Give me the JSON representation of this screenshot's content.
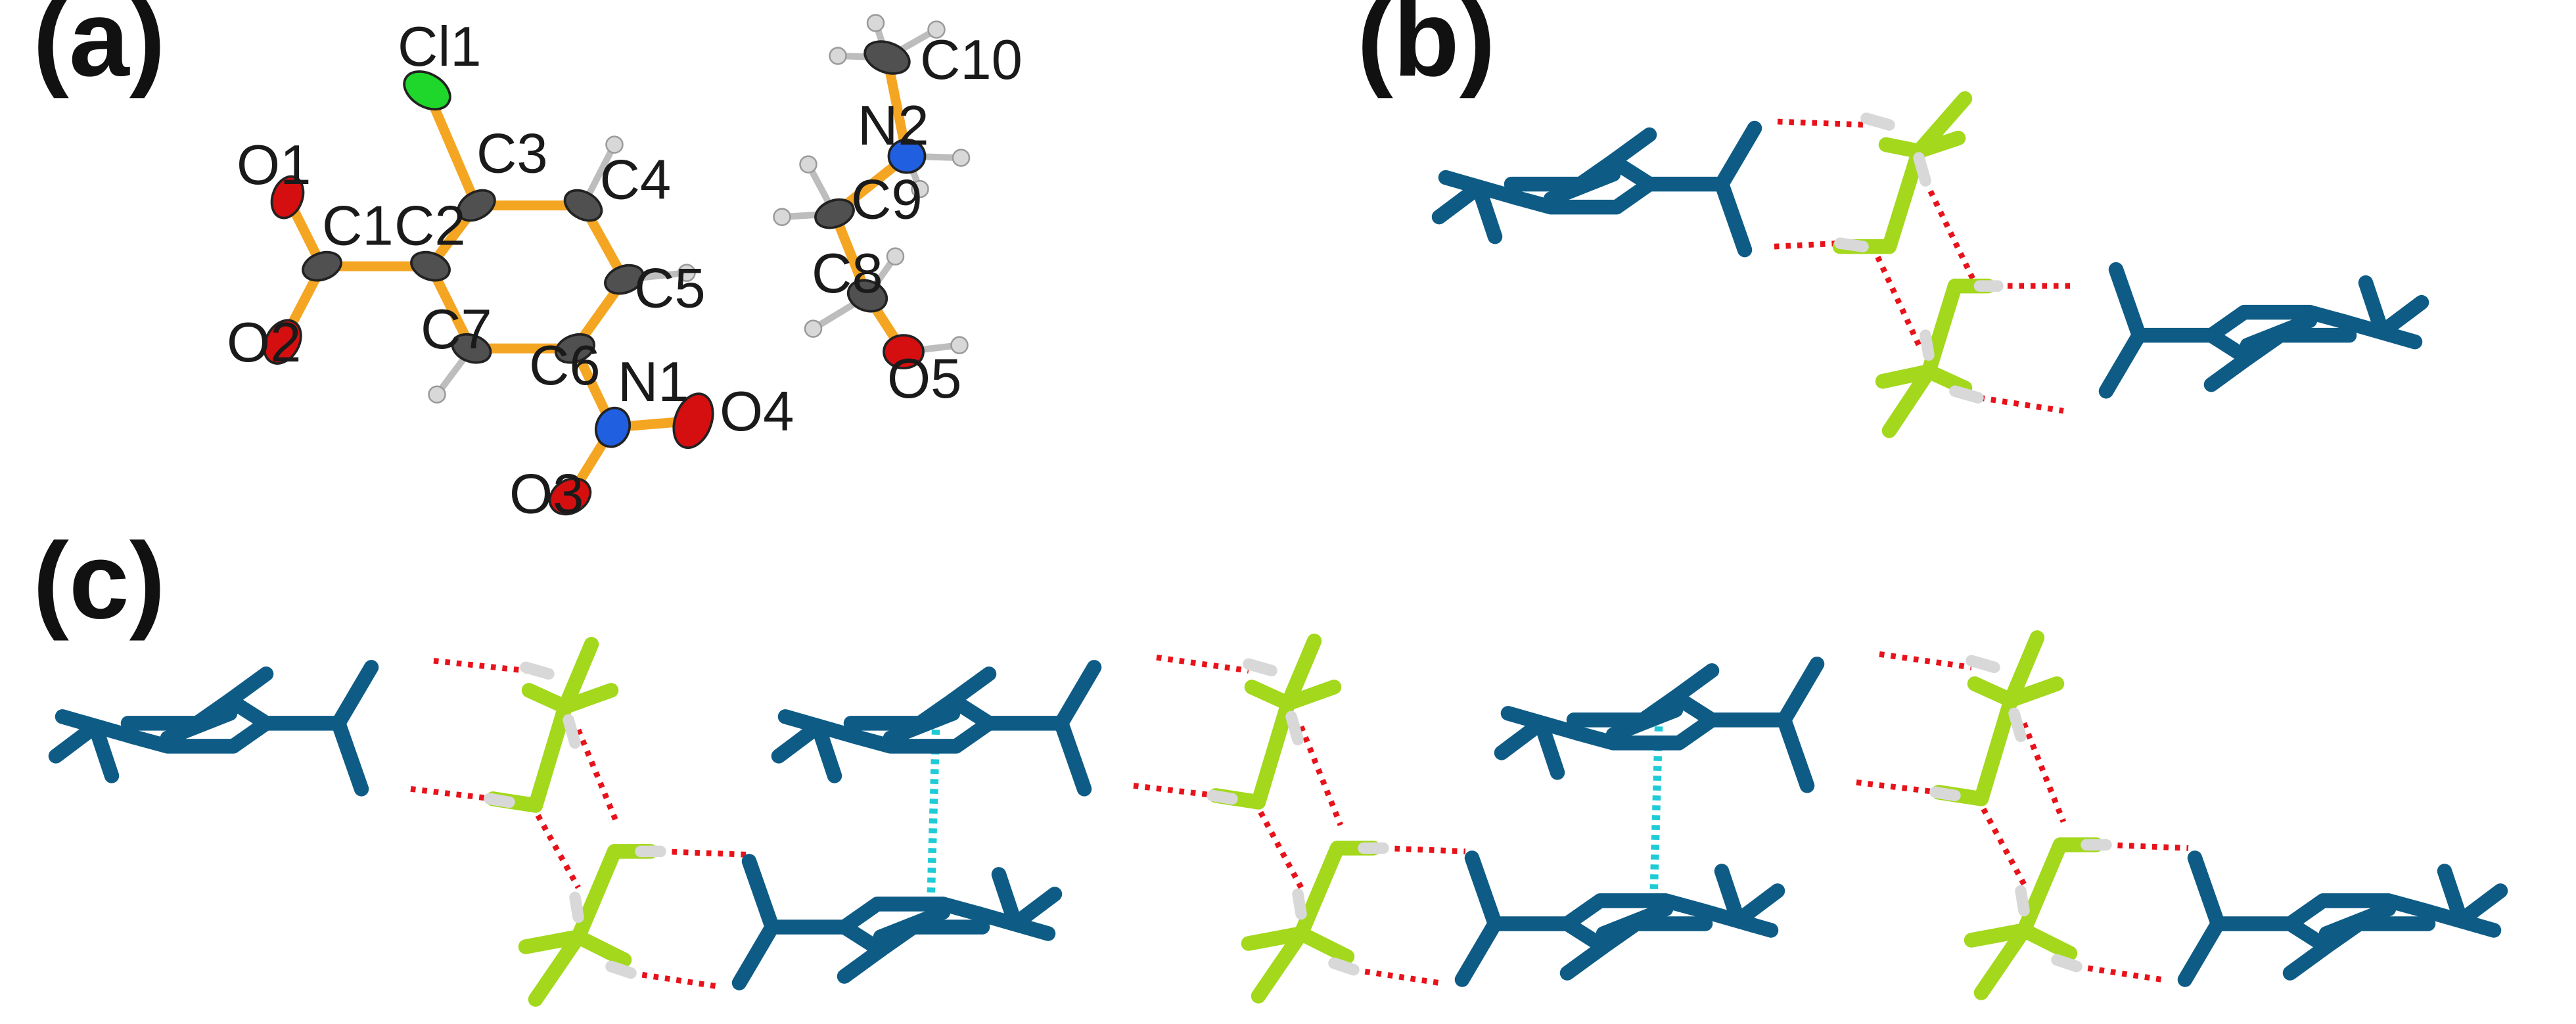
{
  "colors": {
    "bond": "#f4a623",
    "carbon": "#505050",
    "oxygen": "#d50f0f",
    "nitrogen": "#1f5fe0",
    "chlorine": "#1fd62a",
    "hydrogen": "#d8d8d8",
    "anion": "#0e5c86",
    "cation": "#a3d81c",
    "hbond": "#e8121a",
    "pi_stack": "#1ecbd6"
  },
  "panels": [
    {
      "label": "(a)"
    },
    {
      "label": "(b)"
    },
    {
      "label": "(c)"
    }
  ],
  "atoms": [
    {
      "label": "Cl1",
      "element": "Cl"
    },
    {
      "label": "C3",
      "element": "C"
    },
    {
      "label": "C4",
      "element": "C"
    },
    {
      "label": "O1",
      "element": "O"
    },
    {
      "label": "C1",
      "element": "C"
    },
    {
      "label": "C2",
      "element": "C"
    },
    {
      "label": "C5",
      "element": "C"
    },
    {
      "label": "O2",
      "element": "O"
    },
    {
      "label": "C7",
      "element": "C"
    },
    {
      "label": "C6",
      "element": "C"
    },
    {
      "label": "N1",
      "element": "N"
    },
    {
      "label": "O4",
      "element": "O"
    },
    {
      "label": "O3",
      "element": "O"
    },
    {
      "label": "C10",
      "element": "C"
    },
    {
      "label": "N2",
      "element": "N"
    },
    {
      "label": "C9",
      "element": "C"
    },
    {
      "label": "C8",
      "element": "C"
    },
    {
      "label": "O5",
      "element": "O"
    }
  ]
}
